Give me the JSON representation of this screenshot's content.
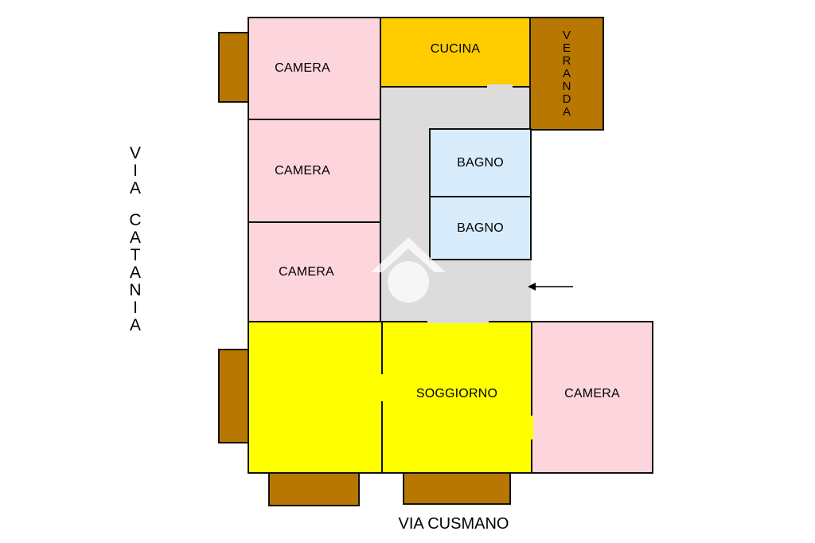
{
  "rooms": {
    "camera_1": "CAMERA",
    "camera_2": "CAMERA",
    "camera_3": "CAMERA",
    "camera_4": "CAMERA",
    "cucina": "CUCINA",
    "veranda": "VERANDA",
    "bagno_1": "BAGNO",
    "bagno_2": "BAGNO",
    "soggiorno": "SOGGIORNO"
  },
  "streets": {
    "left": "VIA CATANIA",
    "bottom": "VIA CUSMANO"
  },
  "colors": {
    "camera": "#fdd5dd",
    "cucina": "#ffcc00",
    "veranda": "#b87700",
    "corridor": "#dcdcdc",
    "bagno": "#d9ecfb",
    "soggiorno": "#ffff00",
    "balcony": "#b87700"
  },
  "icons": {
    "entrance": "arrow-left-icon",
    "watermark": "house-watermark-icon"
  }
}
